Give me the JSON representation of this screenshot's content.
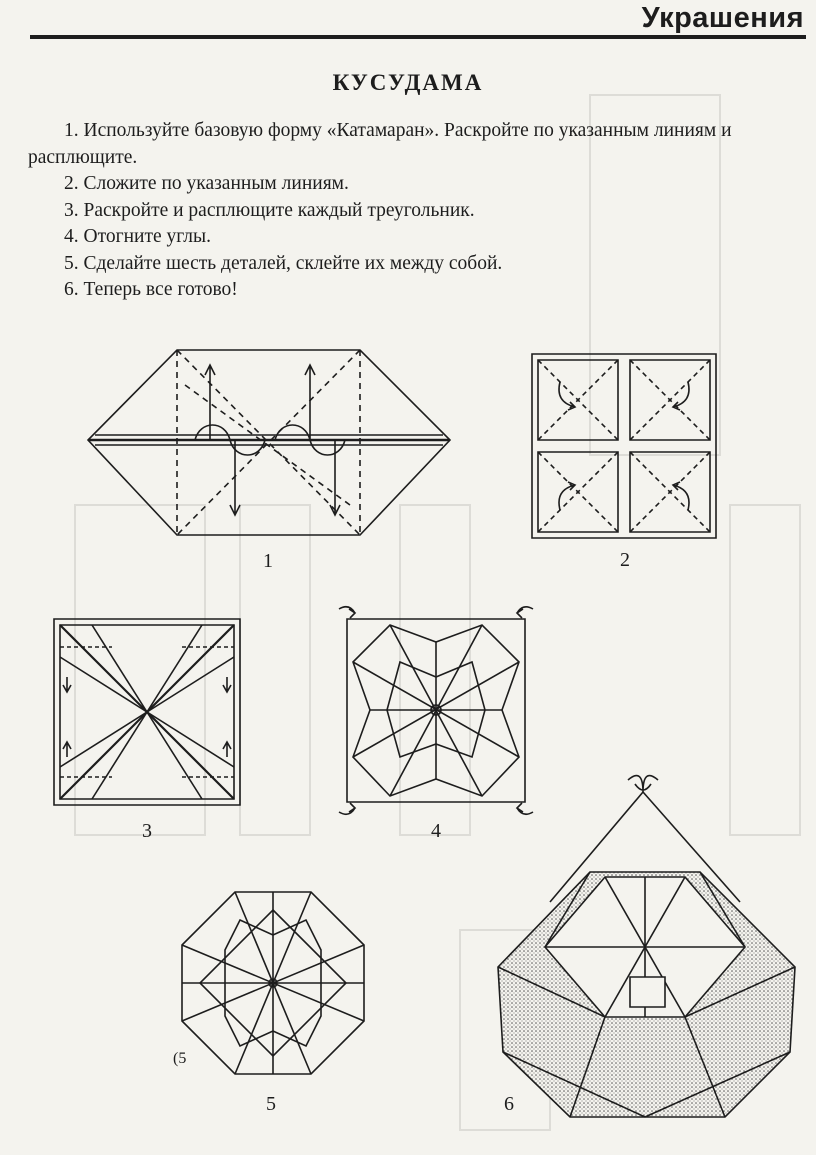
{
  "header": {
    "section": "Украшения"
  },
  "title": "КУСУДАМА",
  "steps": [
    "1. Используйте базовую форму «Катамаран». Раскройте по указанным линиям и расплющите.",
    "2. Сложите по указанным линиям.",
    "3. Раскройте и расплющите каждый треугольник.",
    "4. Отогните углы.",
    "5. Сделайте шесть деталей, склейте их между собой.",
    "6. Теперь все готово!"
  ],
  "figures": {
    "fig1": "1",
    "fig2": "2",
    "fig3": "3",
    "fig4": "4",
    "fig5": "5",
    "fig6": "6"
  },
  "colors": {
    "ink": "#1d1d1d",
    "paper": "#f4f3ee"
  }
}
